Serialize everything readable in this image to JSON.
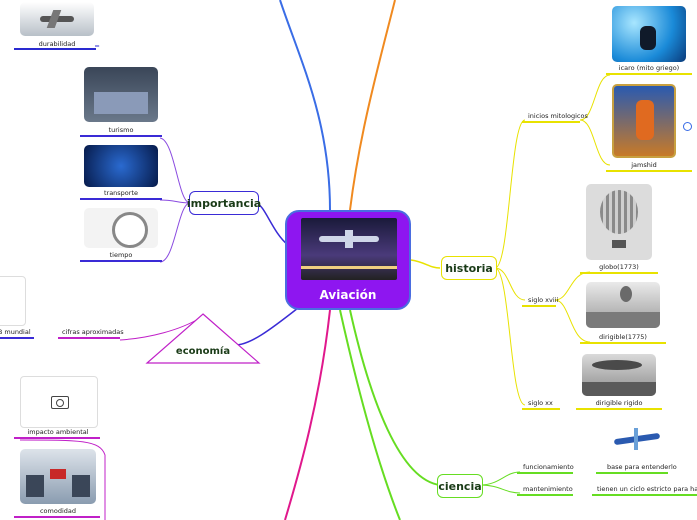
{
  "central": {
    "title": "Aviación"
  },
  "branches": {
    "importancia": {
      "label": "importancia",
      "items": [
        "turismo",
        "transporte",
        "tiempo"
      ],
      "color": "#3a2bd6"
    },
    "economia": {
      "label": "economía",
      "subitem": "cifras aproximadas",
      "subitem_left": "PIB mundial",
      "color": "#c020c8"
    },
    "historia": {
      "label": "historia",
      "color": "#e8e200",
      "groups": [
        {
          "label": "inicios mitologicos",
          "items": [
            "icaro (mito griego)",
            "jamshid"
          ]
        },
        {
          "label": "siglo xviii",
          "items": [
            "globo(1773)",
            "dirigible(1775)"
          ]
        },
        {
          "label": "siglo xx",
          "items": [
            "dirigible rigido"
          ]
        }
      ]
    },
    "ciencia": {
      "label": "ciencia",
      "color": "#66dd22",
      "items": [
        {
          "label": "funcionamiento",
          "detail": "base para entenderlo"
        },
        {
          "label": "mantenimiento",
          "detail": "tienen un ciclo estricto para hacerlo"
        }
      ]
    },
    "top_left": {
      "item": "durabilidad"
    },
    "bottom_left": {
      "items": [
        "impacto ambiental",
        "comodidad"
      ]
    }
  },
  "icons": [
    "camera-icon",
    "link-icon"
  ]
}
